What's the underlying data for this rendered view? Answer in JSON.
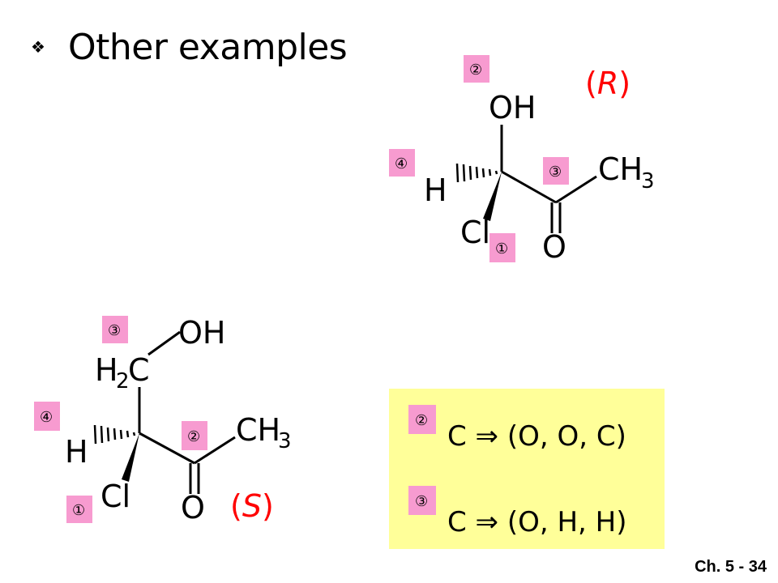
{
  "slide": {
    "title": "Other examples",
    "bullet_icon": "diamond-bullet-icon",
    "page_number": "Ch. 5 - 34"
  },
  "molecule_r": {
    "config_open": "(",
    "config_letter": "R",
    "config_close": ")",
    "atoms": {
      "OH": "OH",
      "H": "H",
      "C": "CH",
      "sub3": "3",
      "Cl": "Cl",
      "O": "O"
    },
    "badges": {
      "oh": "②",
      "h": "④",
      "ch3": "③",
      "cl": "①"
    }
  },
  "molecule_s": {
    "config_open": "(",
    "config_letter": "S",
    "config_close": ")",
    "atoms": {
      "OH": "OH",
      "H2": "H",
      "sub2": "2",
      "C_h2c": "C",
      "H": "H",
      "CH": "CH",
      "sub3": "3",
      "Cl": "Cl",
      "O": "O"
    },
    "badges": {
      "ch2oh": "③",
      "h": "④",
      "carbonyl": "②",
      "cl": "①"
    }
  },
  "priority_box": {
    "rows": [
      {
        "badge": "②",
        "text": "C ⇒ (O, O, C)"
      },
      {
        "badge": "③",
        "text": "C ⇒ (O, H, H)"
      }
    ],
    "background": "#ffff99"
  },
  "colors": {
    "badge": "#f79bd0",
    "config_color": "#ff0000"
  }
}
